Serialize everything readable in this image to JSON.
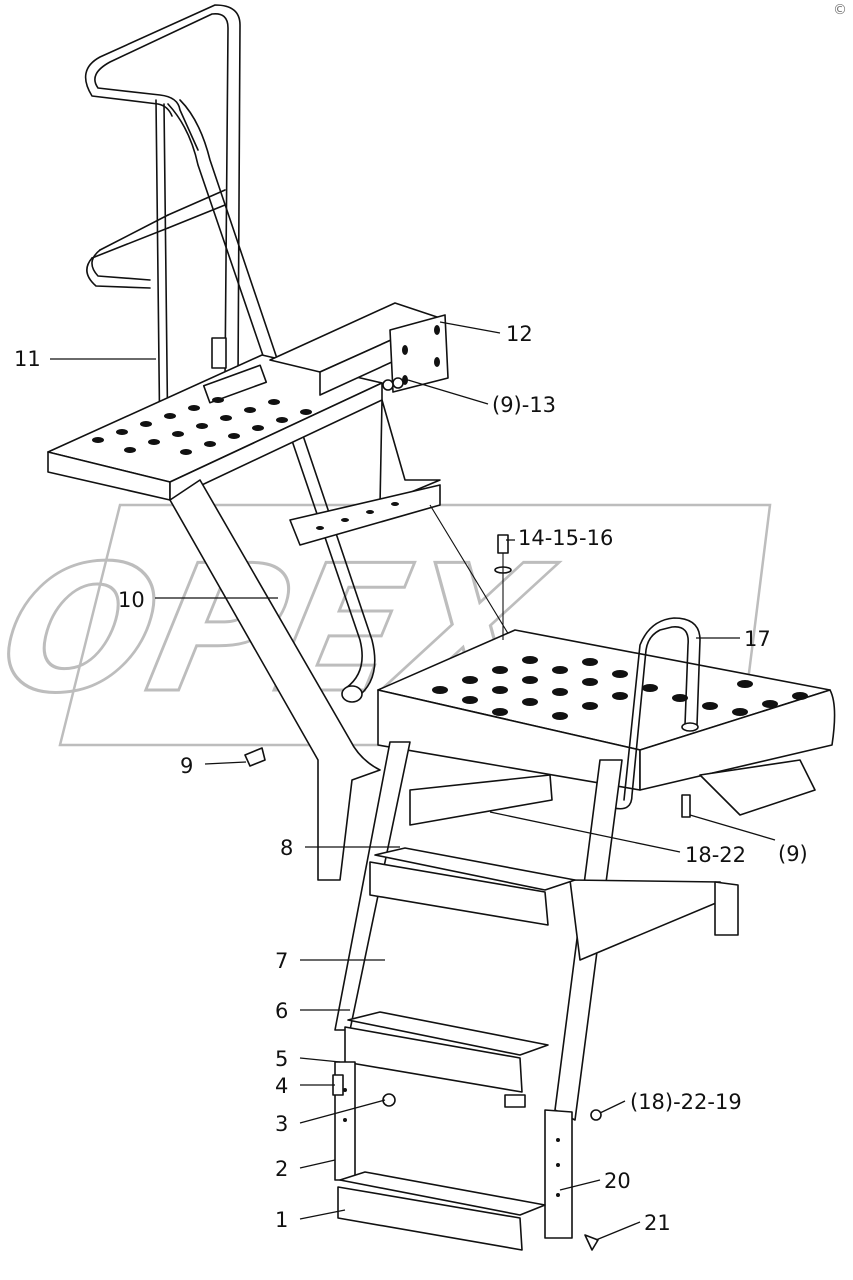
{
  "watermark": {
    "text": "OPEX",
    "color": "#bdbdbd"
  },
  "corner_mark": "©",
  "callouts": [
    {
      "id": "c-11",
      "text": "11"
    },
    {
      "id": "c-12",
      "text": "12"
    },
    {
      "id": "c-9-13",
      "text": "(9)-13"
    },
    {
      "id": "c-14-15-16",
      "text": "14-15-16"
    },
    {
      "id": "c-10",
      "text": "10"
    },
    {
      "id": "c-17",
      "text": "17"
    },
    {
      "id": "c-9-left",
      "text": "9"
    },
    {
      "id": "c-8",
      "text": "8"
    },
    {
      "id": "c-18-22",
      "text": "18-22"
    },
    {
      "id": "c-9-right",
      "text": "(9)"
    },
    {
      "id": "c-7",
      "text": "7"
    },
    {
      "id": "c-6",
      "text": "6"
    },
    {
      "id": "c-5",
      "text": "5"
    },
    {
      "id": "c-4",
      "text": "4"
    },
    {
      "id": "c-18-22-19",
      "text": "(18)-22-19"
    },
    {
      "id": "c-3",
      "text": "3"
    },
    {
      "id": "c-2",
      "text": "2"
    },
    {
      "id": "c-20",
      "text": "20"
    },
    {
      "id": "c-1",
      "text": "1"
    },
    {
      "id": "c-21",
      "text": "21"
    }
  ]
}
